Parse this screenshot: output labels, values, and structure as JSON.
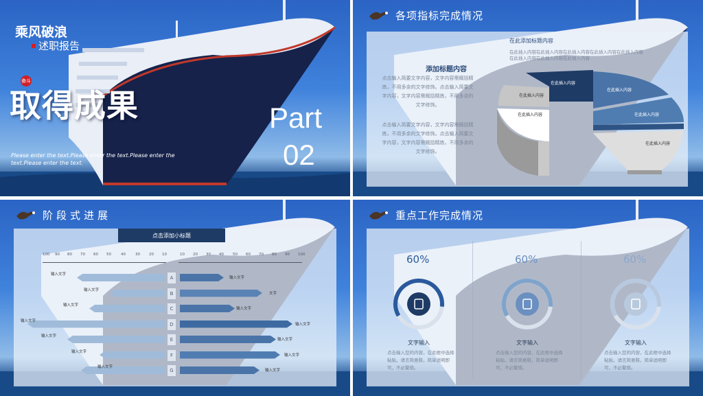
{
  "slide1": {
    "logo_line1": "乘风破浪",
    "logo_line2": "述职报告",
    "seal_text": "奋斗",
    "title": "取得成果",
    "part_word": "Part",
    "part_number": "02",
    "subtitle_en": "Please enter the text.Please enter the text.Please enter the text.Please enter the text."
  },
  "slide2": {
    "title": "各项指标完成情况",
    "left_heading": "添加标题内容",
    "paragraph1": "点击输入简要文字内容，文字内容需概括精炼，不用多余的文字修饰。点击输入简要文字内容，文字内容需概括精炼，不用多余的文字修饰。",
    "paragraph2": "点击输入简要文字内容，文字内容需概括精炼，不用多余的文字修饰。点击输入简要文字内容，文字内容需概括精炼，不用多余的文字修饰。",
    "right_heading": "在此添加标题内容",
    "right_text": "在此插入内容在此插入内容在此插入内容在此插入内容在此插入内容在此插入内容在此插入内容在此插入内容",
    "pie_labels": [
      "在此插入内容",
      "在此插入内容",
      "在此插入内容",
      "在此插入内容",
      "在此插入内容",
      "在此插入内容"
    ]
  },
  "slide3": {
    "title": "阶段式进展",
    "sub_title": "点击添加小标题",
    "left_ticks": [
      "100",
      "90",
      "80",
      "70",
      "60",
      "50",
      "40",
      "30",
      "20",
      "10"
    ],
    "right_ticks": [
      "10",
      "20",
      "30",
      "40",
      "50",
      "60",
      "70",
      "80",
      "90",
      "100"
    ],
    "rows": [
      {
        "letter": "A",
        "left_label": "输入文字",
        "right_label": "输入文字"
      },
      {
        "letter": "B",
        "left_label": "输入文字",
        "right_label": "文字"
      },
      {
        "letter": "C",
        "left_label": "输入文字",
        "right_label": "输入文字"
      },
      {
        "letter": "D",
        "left_label": "输入文字",
        "right_label": "输入文字"
      },
      {
        "letter": "E",
        "left_label": "输入文字",
        "right_label": "输入文字"
      },
      {
        "letter": "F",
        "left_label": "输入文字",
        "right_label": "输入文字"
      },
      {
        "letter": "G",
        "left_label": "输入文字",
        "right_label": "输入文字"
      }
    ]
  },
  "slide4": {
    "title": "重点工作完成情况",
    "items": [
      {
        "percent": "60%",
        "subtitle": "文字输入",
        "text": "点击输入您的内容，在此框中选择粘贴，请言简意赅，简单说明即可，不必繁琐。",
        "icon": "phone-icon",
        "percent_value": 60
      },
      {
        "percent": "60%",
        "subtitle": "文字输入",
        "text": "点击输入您的内容，在此框中选择粘贴，请言简意赅，简单说明即可，不必繁琐。",
        "icon": "settings-sliders-icon",
        "percent_value": 60
      },
      {
        "percent": "60%",
        "subtitle": "文字输入",
        "text": "点击输入您的内容，在此框中选择粘贴，请言简意赅，简单说明即可，不必繁琐。",
        "icon": "thumbs-up-icon",
        "percent_value": 60
      }
    ]
  },
  "colors": {
    "navy": "#1e3b66",
    "steel": "#4a74a8",
    "light_bar": "#7fa4cc",
    "accent_red": "#d21f26"
  }
}
